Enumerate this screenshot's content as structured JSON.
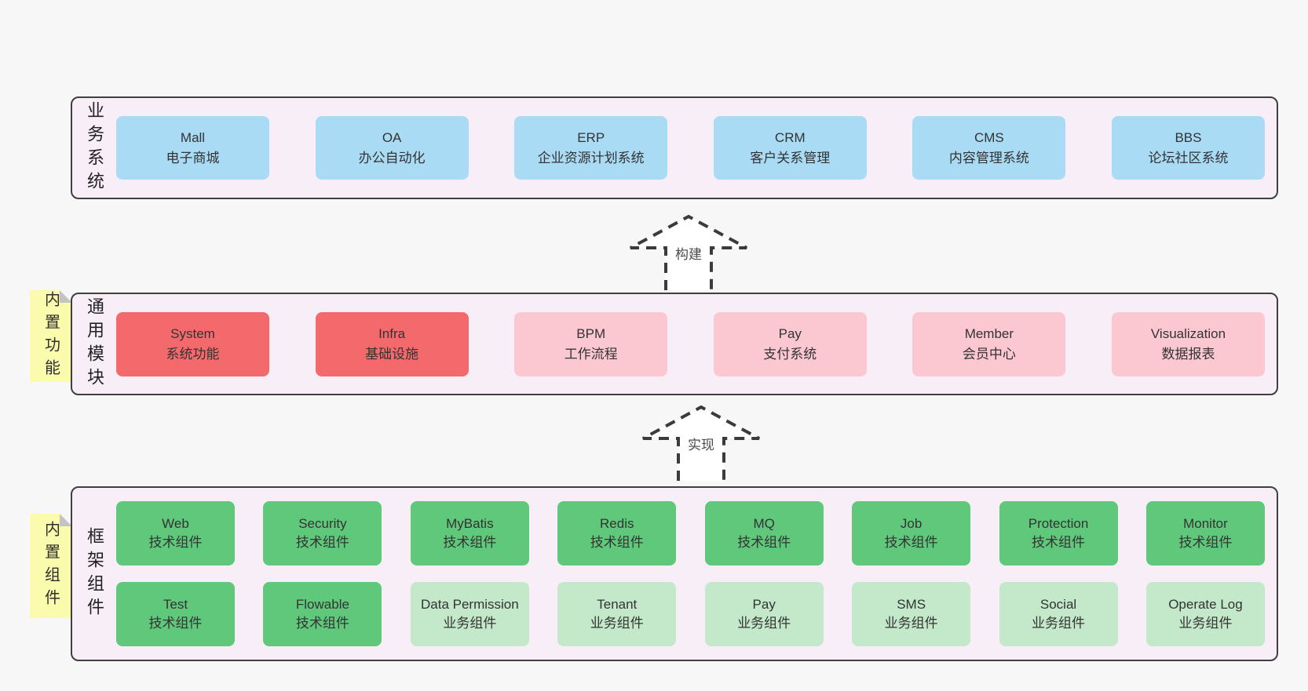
{
  "colors": {
    "page_bg": "#f7f7f7",
    "container_bg": "#f8eef7",
    "container_border": "#3f3f3f",
    "blue": "#a9dbf5",
    "red": "#f3696c",
    "pink": "#fbc8d2",
    "green": "#5fc87a",
    "lgreen": "#c3e9ca",
    "sticky_yellow": "#fbfbae",
    "sticky_fold": "#c3c3c3",
    "arrow": "#3b3b3b",
    "text": "#333333"
  },
  "stickies": [
    {
      "label": "内置功能"
    },
    {
      "label": "内置组件"
    }
  ],
  "arrows": [
    {
      "label": "构建"
    },
    {
      "label": "实现"
    }
  ],
  "layers": [
    {
      "side_label": "业务系统",
      "boxes": [
        {
          "name": "Mall",
          "desc": "电子商城"
        },
        {
          "name": "OA",
          "desc": "办公自动化"
        },
        {
          "name": "ERP",
          "desc": "企业资源计划系统"
        },
        {
          "name": "CRM",
          "desc": "客户关系管理"
        },
        {
          "name": "CMS",
          "desc": "内容管理系统"
        },
        {
          "name": "BBS",
          "desc": "论坛社区系统"
        }
      ]
    },
    {
      "side_label": "通用模块",
      "boxes": [
        {
          "name": "System",
          "desc": "系统功能"
        },
        {
          "name": "Infra",
          "desc": "基础设施"
        },
        {
          "name": "BPM",
          "desc": "工作流程"
        },
        {
          "name": "Pay",
          "desc": "支付系统"
        },
        {
          "name": "Member",
          "desc": "会员中心"
        },
        {
          "name": "Visualization",
          "desc": "数据报表"
        }
      ]
    },
    {
      "side_label": "框架组件",
      "row1": [
        {
          "name": "Web",
          "desc": "技术组件"
        },
        {
          "name": "Security",
          "desc": "技术组件"
        },
        {
          "name": "MyBatis",
          "desc": "技术组件"
        },
        {
          "name": "Redis",
          "desc": "技术组件"
        },
        {
          "name": "MQ",
          "desc": "技术组件"
        },
        {
          "name": "Job",
          "desc": "技术组件"
        },
        {
          "name": "Protection",
          "desc": "技术组件"
        },
        {
          "name": "Monitor",
          "desc": "技术组件"
        }
      ],
      "row2": [
        {
          "name": "Test",
          "desc": "技术组件"
        },
        {
          "name": "Flowable",
          "desc": "技术组件"
        },
        {
          "name": "Data Permission",
          "desc": "业务组件"
        },
        {
          "name": "Tenant",
          "desc": "业务组件"
        },
        {
          "name": "Pay",
          "desc": "业务组件"
        },
        {
          "name": "SMS",
          "desc": "业务组件"
        },
        {
          "name": "Social",
          "desc": "业务组件"
        },
        {
          "name": "Operate Log",
          "desc": "业务组件"
        }
      ]
    }
  ]
}
